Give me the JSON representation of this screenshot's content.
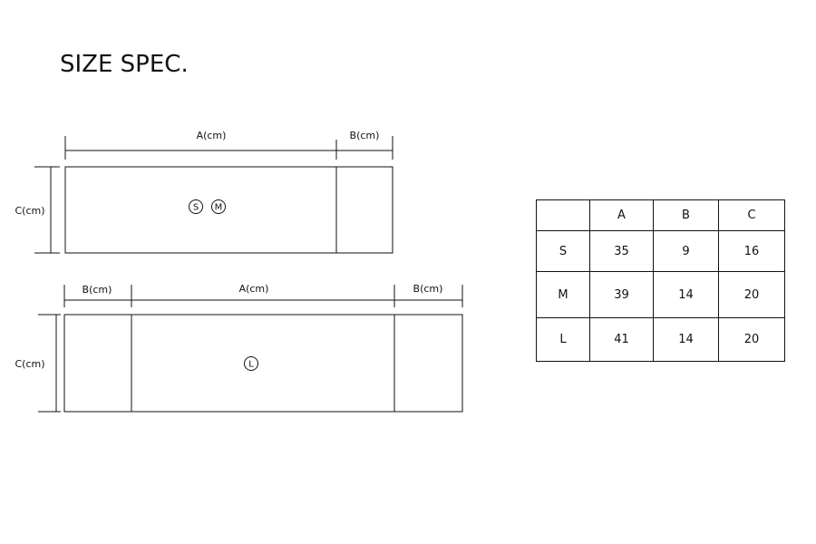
{
  "title": "SIZE SPEC.",
  "diagram_top": {
    "dim_a": "A(cm)",
    "dim_b": "B(cm)",
    "dim_c": "C(cm)",
    "size_badges": [
      "S",
      "M"
    ]
  },
  "diagram_bottom": {
    "dim_b_left": "B(cm)",
    "dim_a": "A(cm)",
    "dim_b_right": "B(cm)",
    "dim_c": "C(cm)",
    "size_badges": [
      "L"
    ]
  },
  "table": {
    "headers": [
      "",
      "A",
      "B",
      "C"
    ],
    "rows": [
      [
        "S",
        "35",
        "9",
        "16"
      ],
      [
        "M",
        "39",
        "14",
        "20"
      ],
      [
        "L",
        "41",
        "14",
        "20"
      ]
    ]
  }
}
